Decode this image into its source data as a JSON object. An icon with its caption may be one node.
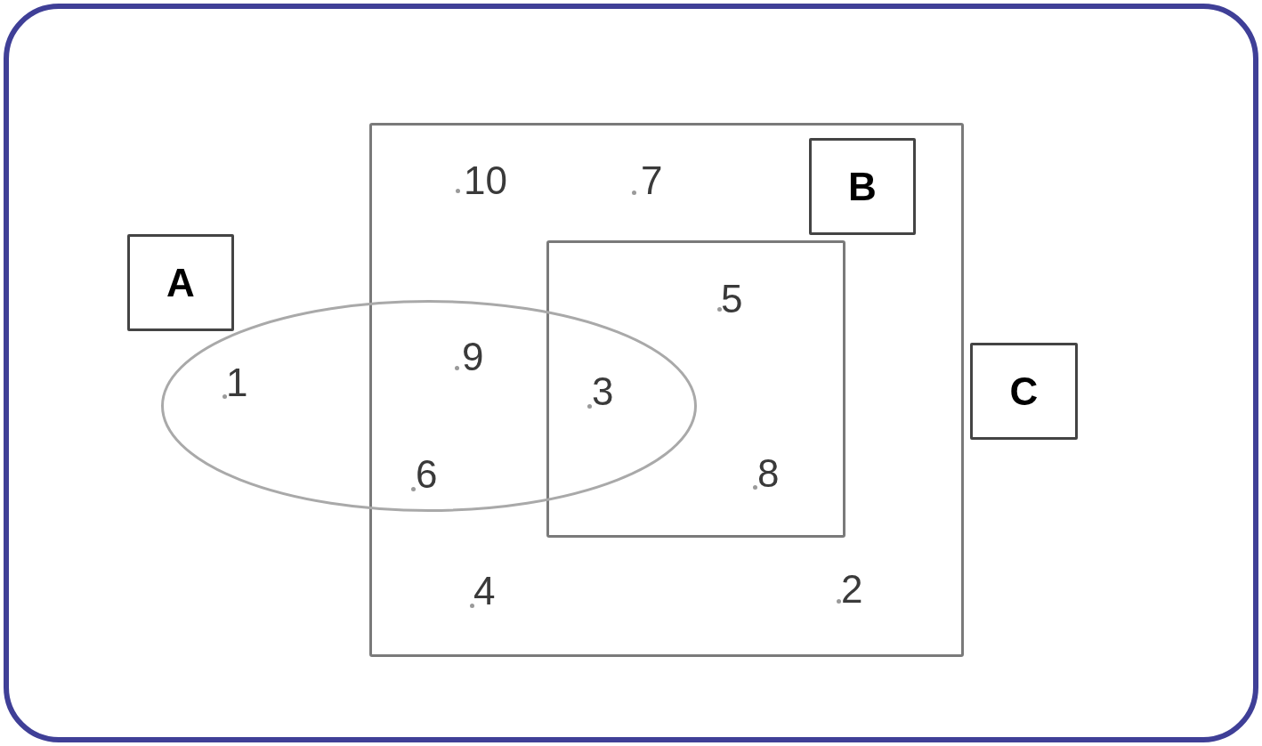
{
  "diagram": {
    "nodes": [
      {
        "text": [],
        "shape": "box"
      },
      {
        "text": [
          "B"
        ],
        "in": 0
      },
      {
        "text": [],
        "shape": "box",
        "in": 0
      },
      {
        "text": [
          "A"
        ]
      },
      {
        "text": [],
        "shape": "ellipse"
      },
      {
        "text": [
          "C"
        ]
      }
    ],
    "labels": [
      "10",
      "7",
      "5",
      "9",
      "1",
      "3",
      "6",
      "8",
      "4",
      "2"
    ]
  }
}
